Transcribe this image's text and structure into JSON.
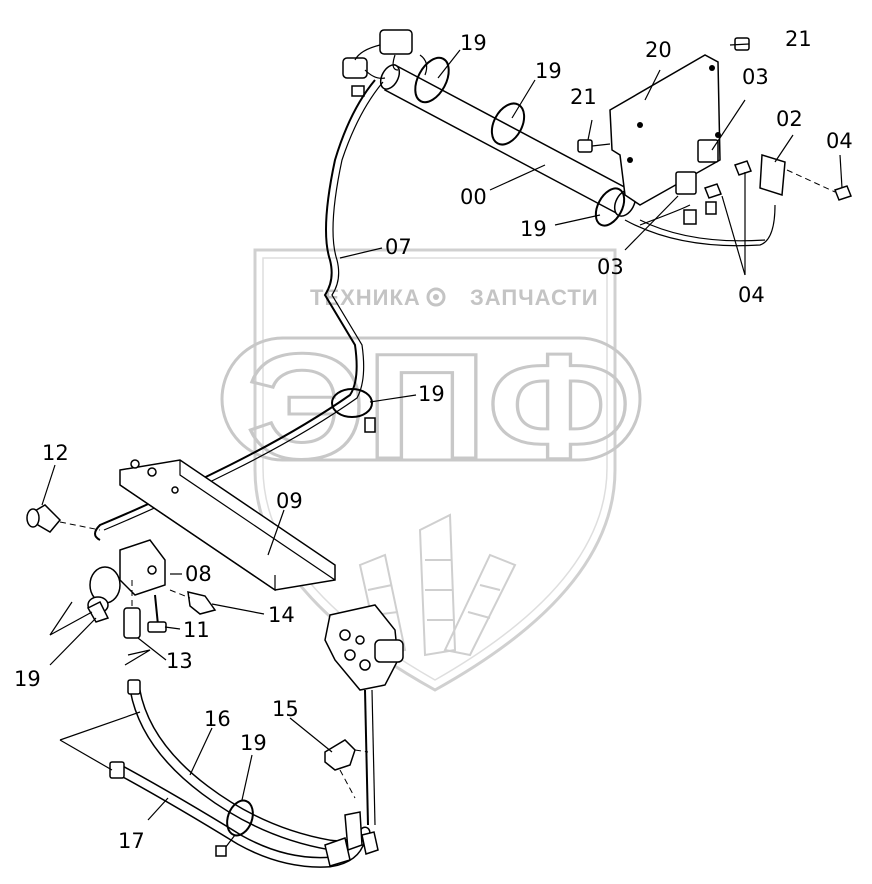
{
  "watermark": {
    "brand_top_left": "ТЕХНИКА",
    "brand_top_right": "ЗАПЧАСТИ",
    "logo_letters": "ЭПФ"
  },
  "labels": {
    "l19a": "19",
    "l21a": "21",
    "l20": "20",
    "l19b": "19",
    "l03a": "03",
    "l21b": "21",
    "l02": "02",
    "l04a": "04",
    "l00": "00",
    "l19c": "19",
    "l03b": "03",
    "l07": "07",
    "l04b": "04",
    "l19d": "19",
    "l12": "12",
    "l09": "09",
    "l08": "08",
    "l14": "14",
    "l11": "11",
    "l13": "13",
    "l19e": "19",
    "l16": "16",
    "l15": "15",
    "l19f": "19",
    "l17": "17"
  }
}
